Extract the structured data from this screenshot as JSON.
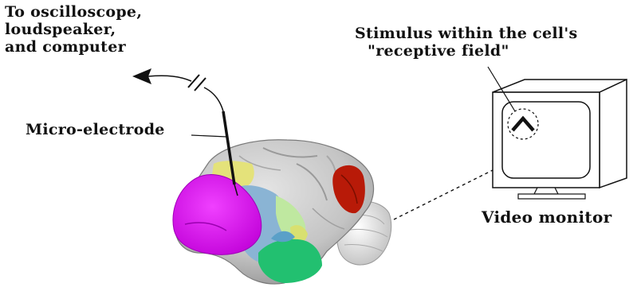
{
  "labels": {
    "output": [
      "To oscilloscope,",
      "loudspeaker,",
      "and computer"
    ],
    "electrode": "Micro-electrode",
    "stimulus": [
      "Stimulus within the cell's",
      "\"receptive field\""
    ],
    "monitor": "Video monitor"
  },
  "colors": {
    "ink": "#111111",
    "brain_gray": "#c4c4c4",
    "brain_dark": "#9a9a9a",
    "region_magenta": "#e010f0",
    "region_blue": "#8ab4d4",
    "region_yellow": "#e4e27a",
    "region_green": "#22c070",
    "region_lightgreen": "#bfe8a0",
    "region_red": "#b81a08",
    "cerebellum": "#e6e6e6"
  },
  "icons": [
    "arrowhead-icon",
    "chevron-stimulus-icon",
    "capacitor-icon"
  ]
}
